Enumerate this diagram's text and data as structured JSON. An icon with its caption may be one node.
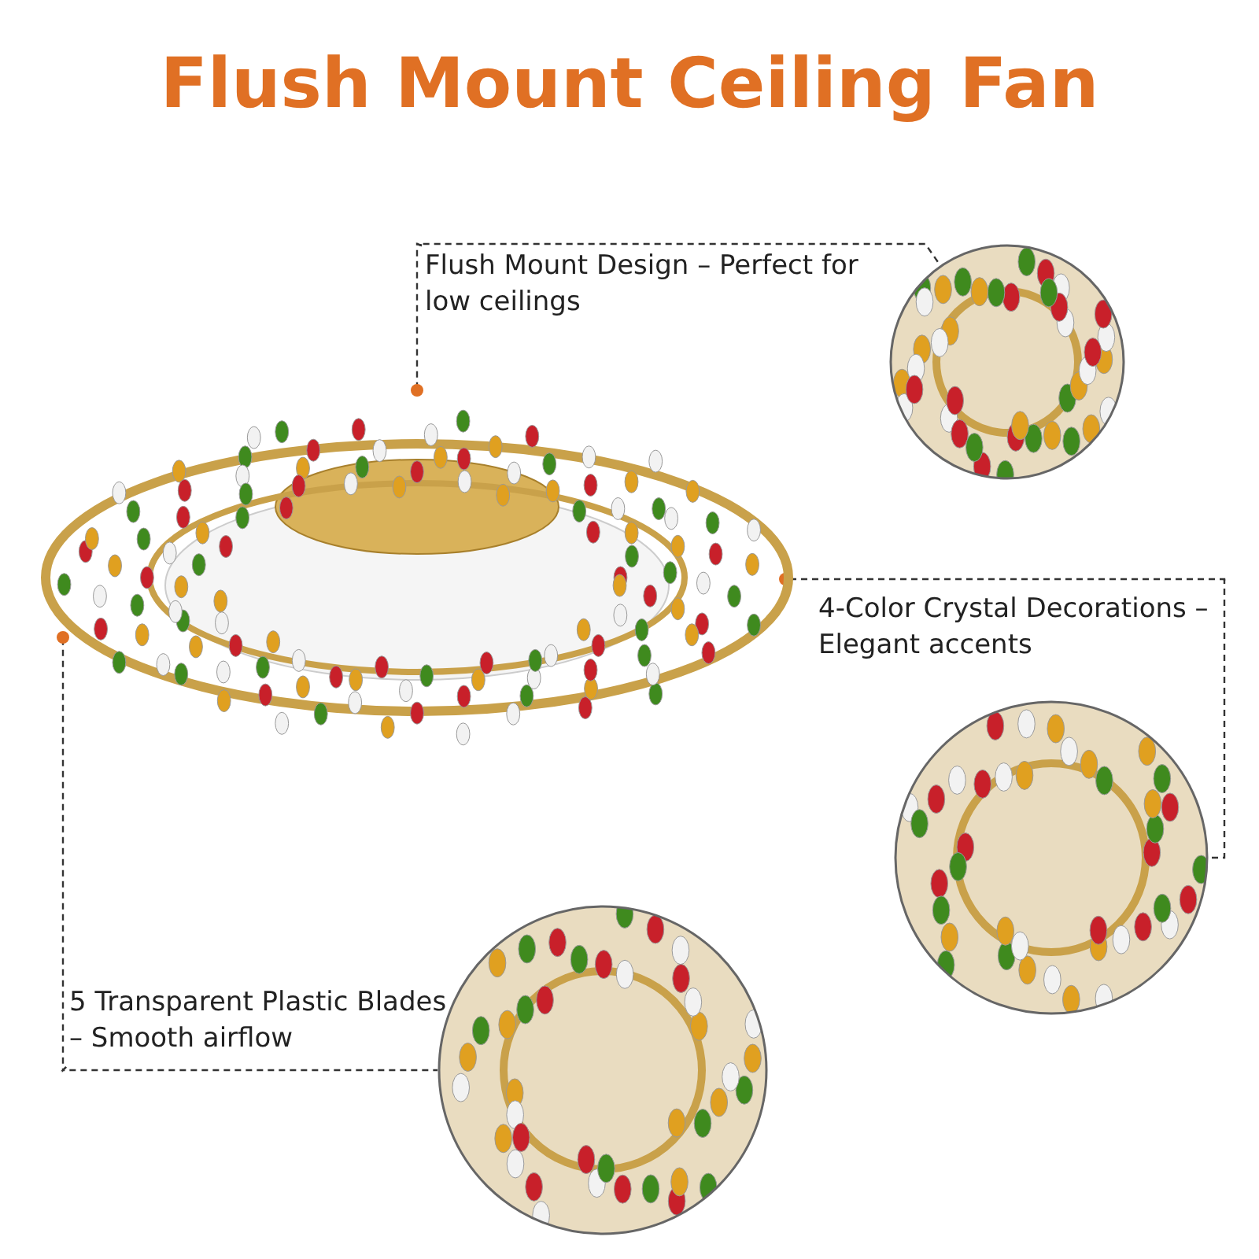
{
  "diagram": {
    "title": "Flush Mount Ceiling Fan",
    "nodes": [
      {
        "text": [],
        "shape": "picture"
      },
      {
        "text": [
          "Flush Mount Design – Perfect for low ceilings"
        ]
      },
      {
        "text": [],
        "shape": "picture"
      },
      {
        "text": [
          "4-Color Crystal Decorations – Elegant accents"
        ]
      },
      {
        "text": [],
        "shape": "picture"
      },
      {
        "text": [
          "5 Transparent Plastic Blades – Smooth airflow"
        ]
      },
      {
        "text": [],
        "shape": "picture"
      }
    ],
    "edges": [
      {
        "from": 1,
        "to": 0,
        "arrow": "other",
        "style": "dashed"
      },
      {
        "from": 1,
        "to": 2,
        "arrow": "none",
        "style": "dashed"
      },
      {
        "from": 3,
        "to": 0,
        "arrow": "other",
        "style": "dashed"
      },
      {
        "from": 3,
        "to": 4,
        "arrow": "none",
        "style": "dashed"
      },
      {
        "from": 5,
        "to": 0,
        "arrow": "other",
        "style": "dashed"
      },
      {
        "from": 5,
        "to": 6,
        "arrow": "none",
        "style": "dashed"
      }
    ]
  }
}
